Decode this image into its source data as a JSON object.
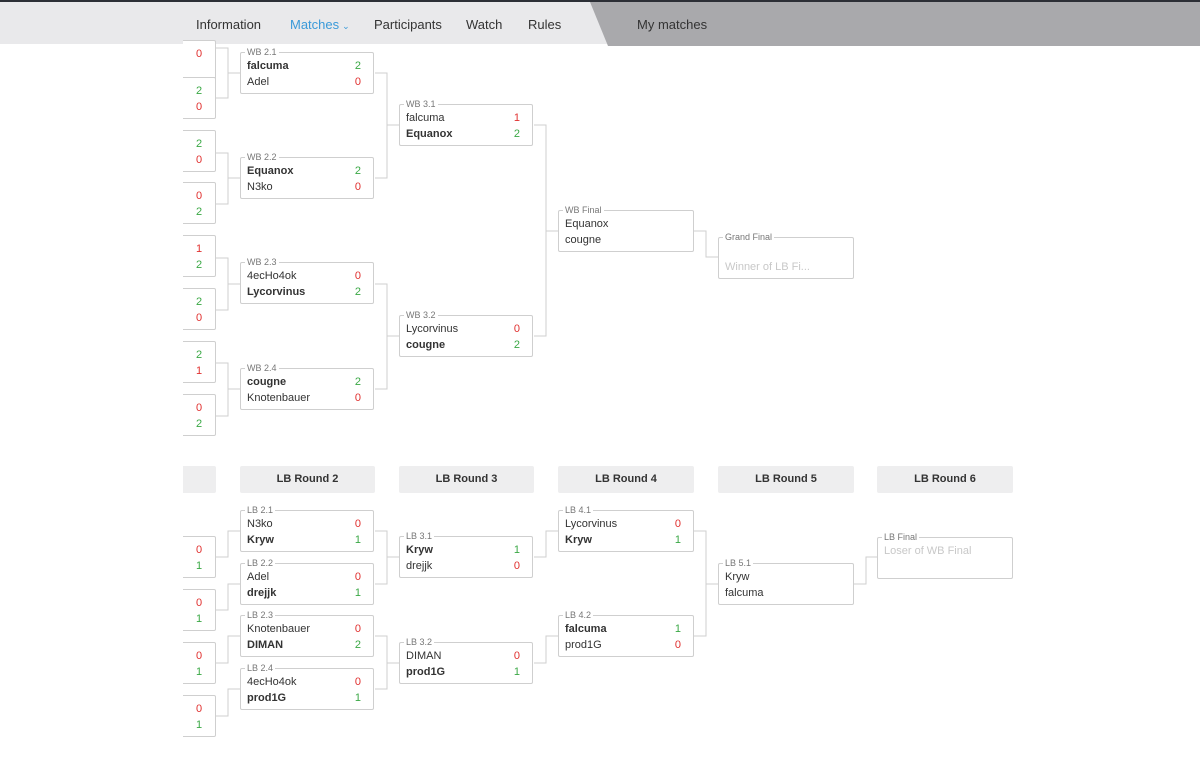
{
  "nav": {
    "items": [
      {
        "label": "Information",
        "active": false
      },
      {
        "label": "Matches",
        "active": true,
        "dropdown": true
      },
      {
        "label": "Participants",
        "active": false
      },
      {
        "label": "Watch",
        "active": false
      },
      {
        "label": "Rules",
        "active": false
      }
    ],
    "my_matches": "My matches",
    "colors": {
      "active": "#3a9ad9",
      "bar": "#e9e9eb",
      "right_bar": "#a9a9ac"
    }
  },
  "stubs": {
    "wb": [
      [
        "0",
        ""
      ],
      [
        "2",
        "0"
      ],
      [
        "2",
        "0"
      ],
      [
        "0",
        "2"
      ],
      [
        "1",
        "2"
      ],
      [
        "2",
        "0"
      ],
      [
        "2",
        "1"
      ],
      [
        "0",
        "2"
      ]
    ],
    "lb": [
      [
        "0",
        "1"
      ],
      [
        "0",
        "1"
      ],
      [
        "0",
        "1"
      ],
      [
        "0",
        "1"
      ]
    ]
  },
  "lb_headers": [
    "LB Round 2",
    "LB Round 3",
    "LB Round 4",
    "LB Round 5",
    "LB Round 6"
  ],
  "matches": {
    "wb21": {
      "label": "WB 2.1",
      "p": [
        {
          "name": "falcuma",
          "score": "2",
          "win": true
        },
        {
          "name": "Adel",
          "score": "0",
          "win": false
        }
      ]
    },
    "wb22": {
      "label": "WB 2.2",
      "p": [
        {
          "name": "Equanox",
          "score": "2",
          "win": true
        },
        {
          "name": "N3ko",
          "score": "0",
          "win": false
        }
      ]
    },
    "wb23": {
      "label": "WB 2.3",
      "p": [
        {
          "name": "4ecHo4ok",
          "score": "0",
          "win": false
        },
        {
          "name": "Lycorvinus",
          "score": "2",
          "win": true
        }
      ]
    },
    "wb24": {
      "label": "WB 2.4",
      "p": [
        {
          "name": "cougne",
          "score": "2",
          "win": true
        },
        {
          "name": "Knotenbauer",
          "score": "0",
          "win": false
        }
      ]
    },
    "wb31": {
      "label": "WB 3.1",
      "p": [
        {
          "name": "falcuma",
          "score": "1",
          "win": false
        },
        {
          "name": "Equanox",
          "score": "2",
          "win": true
        }
      ]
    },
    "wb32": {
      "label": "WB 3.2",
      "p": [
        {
          "name": "Lycorvinus",
          "score": "0",
          "win": false
        },
        {
          "name": "cougne",
          "score": "2",
          "win": true
        }
      ]
    },
    "wbf": {
      "label": "WB Final",
      "p": [
        {
          "name": "Equanox",
          "score": ""
        },
        {
          "name": "cougne",
          "score": ""
        }
      ]
    },
    "gf": {
      "label": "Grand Final",
      "p": [
        {
          "name": "Winner of LB Fi...",
          "score": "",
          "placeholder": true
        },
        {
          "name": "",
          "score": ""
        }
      ]
    },
    "lb21": {
      "label": "LB 2.1",
      "p": [
        {
          "name": "N3ko",
          "score": "0",
          "win": false
        },
        {
          "name": "Kryw",
          "score": "1",
          "win": true
        }
      ]
    },
    "lb22": {
      "label": "LB 2.2",
      "p": [
        {
          "name": "Adel",
          "score": "0",
          "win": false
        },
        {
          "name": "drejjk",
          "score": "1",
          "win": true
        }
      ]
    },
    "lb23": {
      "label": "LB 2.3",
      "p": [
        {
          "name": "Knotenbauer",
          "score": "0",
          "win": false
        },
        {
          "name": "DIMAN",
          "score": "2",
          "win": true
        }
      ]
    },
    "lb24": {
      "label": "LB 2.4",
      "p": [
        {
          "name": "4ecHo4ok",
          "score": "0",
          "win": false
        },
        {
          "name": "prod1G",
          "score": "1",
          "win": true
        }
      ]
    },
    "lb31": {
      "label": "LB 3.1",
      "p": [
        {
          "name": "Kryw",
          "score": "1",
          "win": true
        },
        {
          "name": "drejjk",
          "score": "0",
          "win": false
        }
      ]
    },
    "lb32": {
      "label": "LB 3.2",
      "p": [
        {
          "name": "DIMAN",
          "score": "0",
          "win": false
        },
        {
          "name": "prod1G",
          "score": "1",
          "win": true
        }
      ]
    },
    "lb41": {
      "label": "LB 4.1",
      "p": [
        {
          "name": "Lycorvinus",
          "score": "0",
          "win": false
        },
        {
          "name": "Kryw",
          "score": "1",
          "win": true
        }
      ]
    },
    "lb42": {
      "label": "LB 4.2",
      "p": [
        {
          "name": "falcuma",
          "score": "1",
          "win": true
        },
        {
          "name": "prod1G",
          "score": "0",
          "win": false
        }
      ]
    },
    "lb51": {
      "label": "LB 5.1",
      "p": [
        {
          "name": "Kryw",
          "score": ""
        },
        {
          "name": "falcuma",
          "score": ""
        }
      ]
    },
    "lbf": {
      "label": "LB Final",
      "p": [
        {
          "name": "Loser of WB Final",
          "score": "",
          "placeholder": true
        },
        {
          "name": "",
          "score": ""
        }
      ]
    }
  },
  "score_colors": {
    "win": "#3aa845",
    "loss": "#e0302f"
  }
}
